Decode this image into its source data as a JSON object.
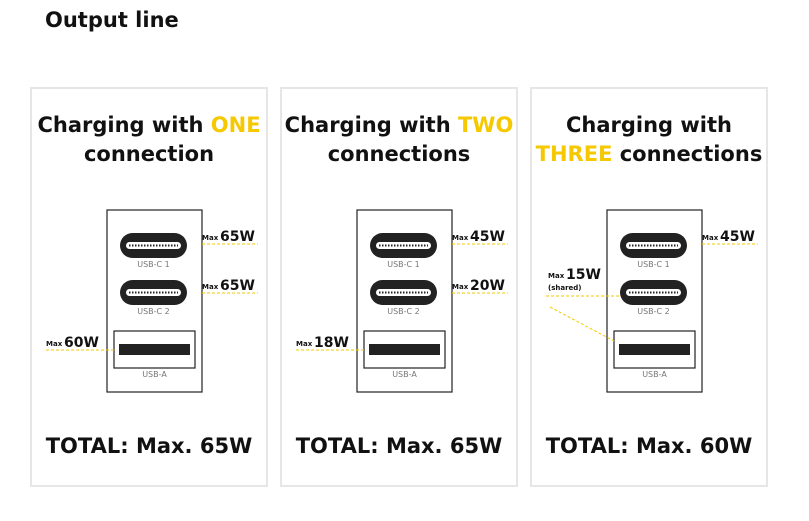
{
  "page_title": "Output line",
  "colors": {
    "accent": "#f5c800",
    "outline": "#222222",
    "card_border": "#e6e6e6"
  },
  "port_labels": {
    "usb_c1": "USB-C 1",
    "usb_c2": "USB-C 2",
    "usb_a": "USB-A"
  },
  "cards": [
    {
      "title_prefix": "Charging with ",
      "title_highlight": "ONE",
      "title_suffix": "connection",
      "total": "TOTAL: Max. 65W",
      "outputs": {
        "usb_c1": {
          "max": "Max",
          "value": "65W"
        },
        "usb_c2": {
          "max": "Max",
          "value": "65W"
        },
        "usb_a": {
          "max": "Max",
          "value": "60W"
        }
      }
    },
    {
      "title_prefix": "Charging with ",
      "title_highlight": "TWO",
      "title_suffix": "connections",
      "total": "TOTAL: Max. 65W",
      "outputs": {
        "usb_c1": {
          "max": "Max",
          "value": "45W"
        },
        "usb_c2": {
          "max": "Max",
          "value": "20W"
        },
        "usb_a": {
          "max": "Max",
          "value": "18W"
        }
      }
    },
    {
      "title_prefix": "Charging with",
      "title_highlight": "THREE",
      "title_suffix": " connections",
      "total": "TOTAL: Max. 60W",
      "outputs": {
        "usb_c1": {
          "max": "Max",
          "value": "45W"
        },
        "shared": {
          "max": "Max",
          "value": "15W",
          "note": "(shared)"
        }
      }
    }
  ]
}
